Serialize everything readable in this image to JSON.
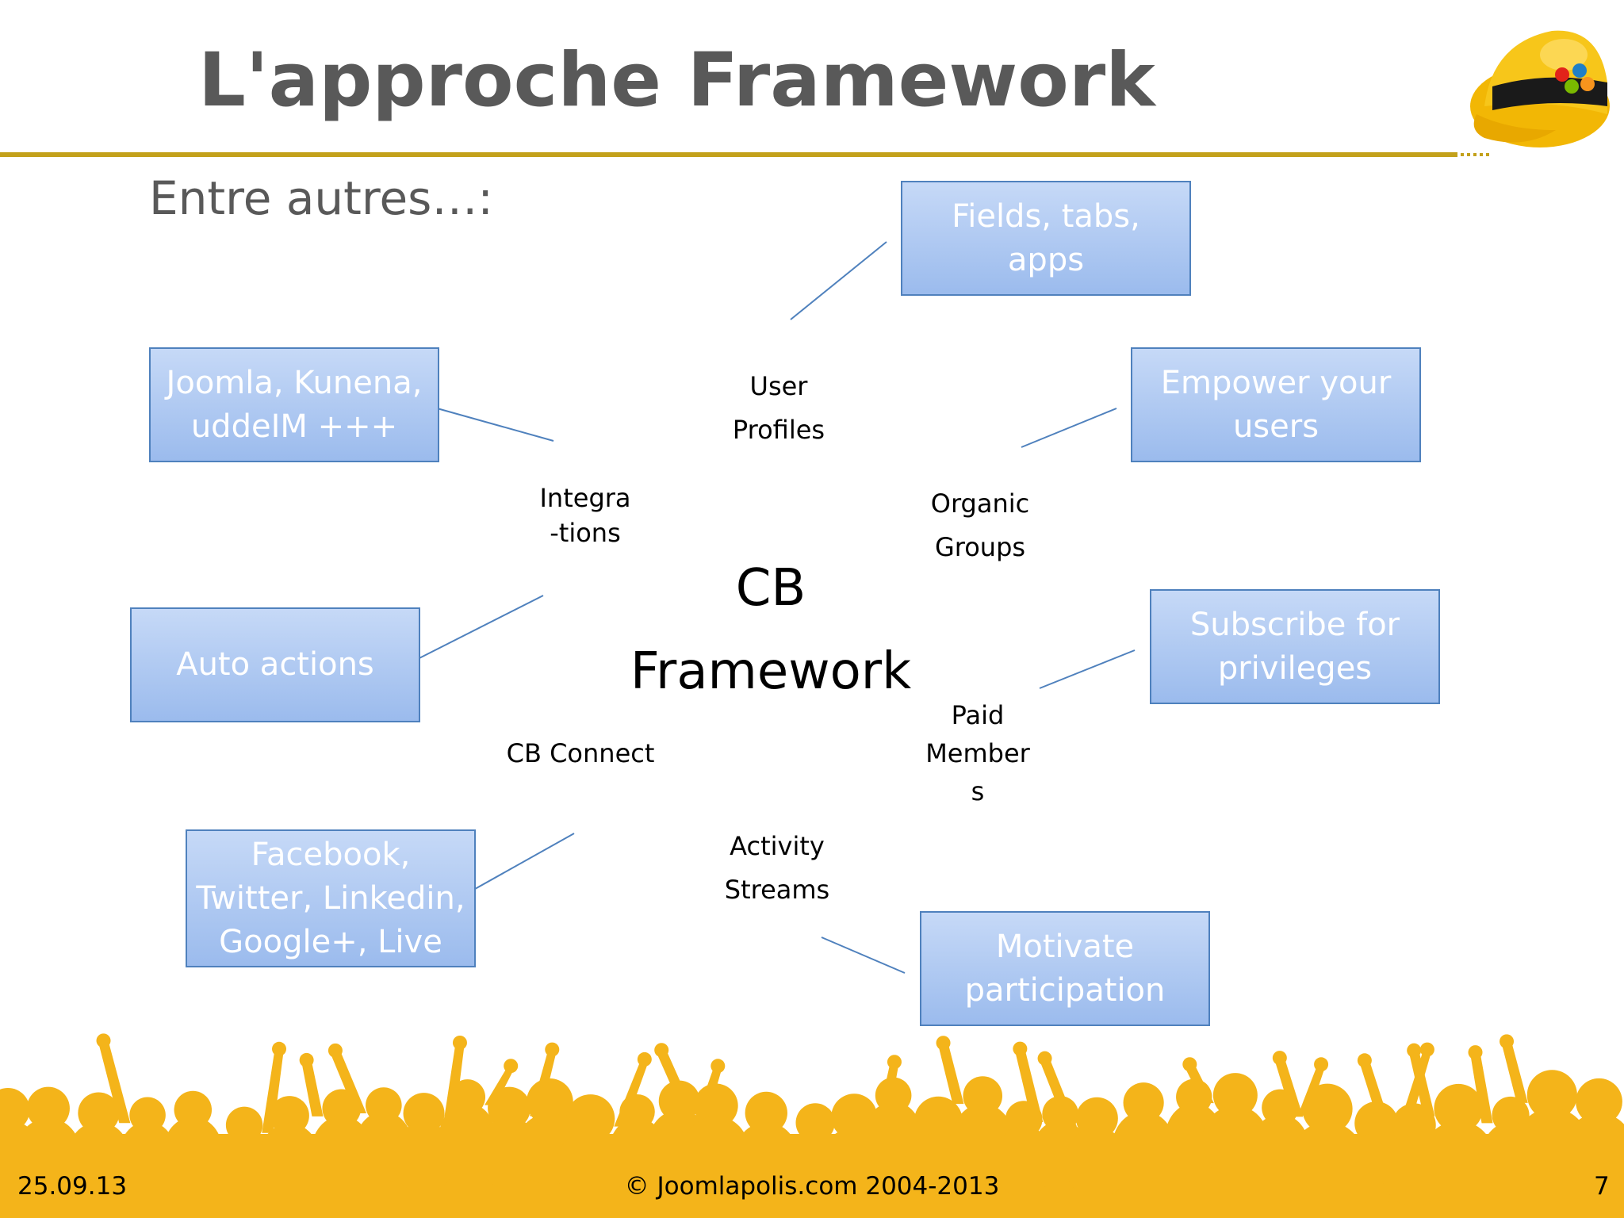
{
  "title": "L'approche Framework",
  "subtitle": "Entre autres…:",
  "center": "CB\nFramework",
  "features": [
    {
      "id": "user-profiles",
      "label": "User\nProfiles"
    },
    {
      "id": "organic-groups",
      "label": "Organic\nGroups"
    },
    {
      "id": "paid-members",
      "label": "Paid\nMember\ns"
    },
    {
      "id": "activity-streams",
      "label": "Activity\nStreams"
    },
    {
      "id": "cb-connect",
      "label": "CB Connect"
    },
    {
      "id": "integrations",
      "label": "Integra\n-tions"
    }
  ],
  "boxes": [
    {
      "id": "fields-tabs-apps",
      "text": "Fields, tabs,\napps"
    },
    {
      "id": "empower-users",
      "text": "Empower your\nusers"
    },
    {
      "id": "subscribe-privileges",
      "text": "Subscribe for\nprivileges"
    },
    {
      "id": "motivate-participation",
      "text": "Motivate\nparticipation"
    },
    {
      "id": "social-networks",
      "text": "Facebook,\nTwitter, Linkedin,\nGoogle+, Live"
    },
    {
      "id": "auto-actions",
      "text": "Auto actions"
    },
    {
      "id": "joomla-kunena",
      "text": "Joomla, Kunena,\nuddeIM +++"
    }
  ],
  "footer": {
    "date": "25.09.13",
    "copyright": "© Joomlapolis.com 2004-2013",
    "page": "7"
  },
  "colors": {
    "title": "#595959",
    "accent_rule": "#c3a11b",
    "box_fill": "#9bbbed",
    "box_border": "#4f81bd",
    "connector": "#4f81bd",
    "crowd": "#f4b41a"
  },
  "icons": {
    "helmet": "hard-hat-icon"
  }
}
